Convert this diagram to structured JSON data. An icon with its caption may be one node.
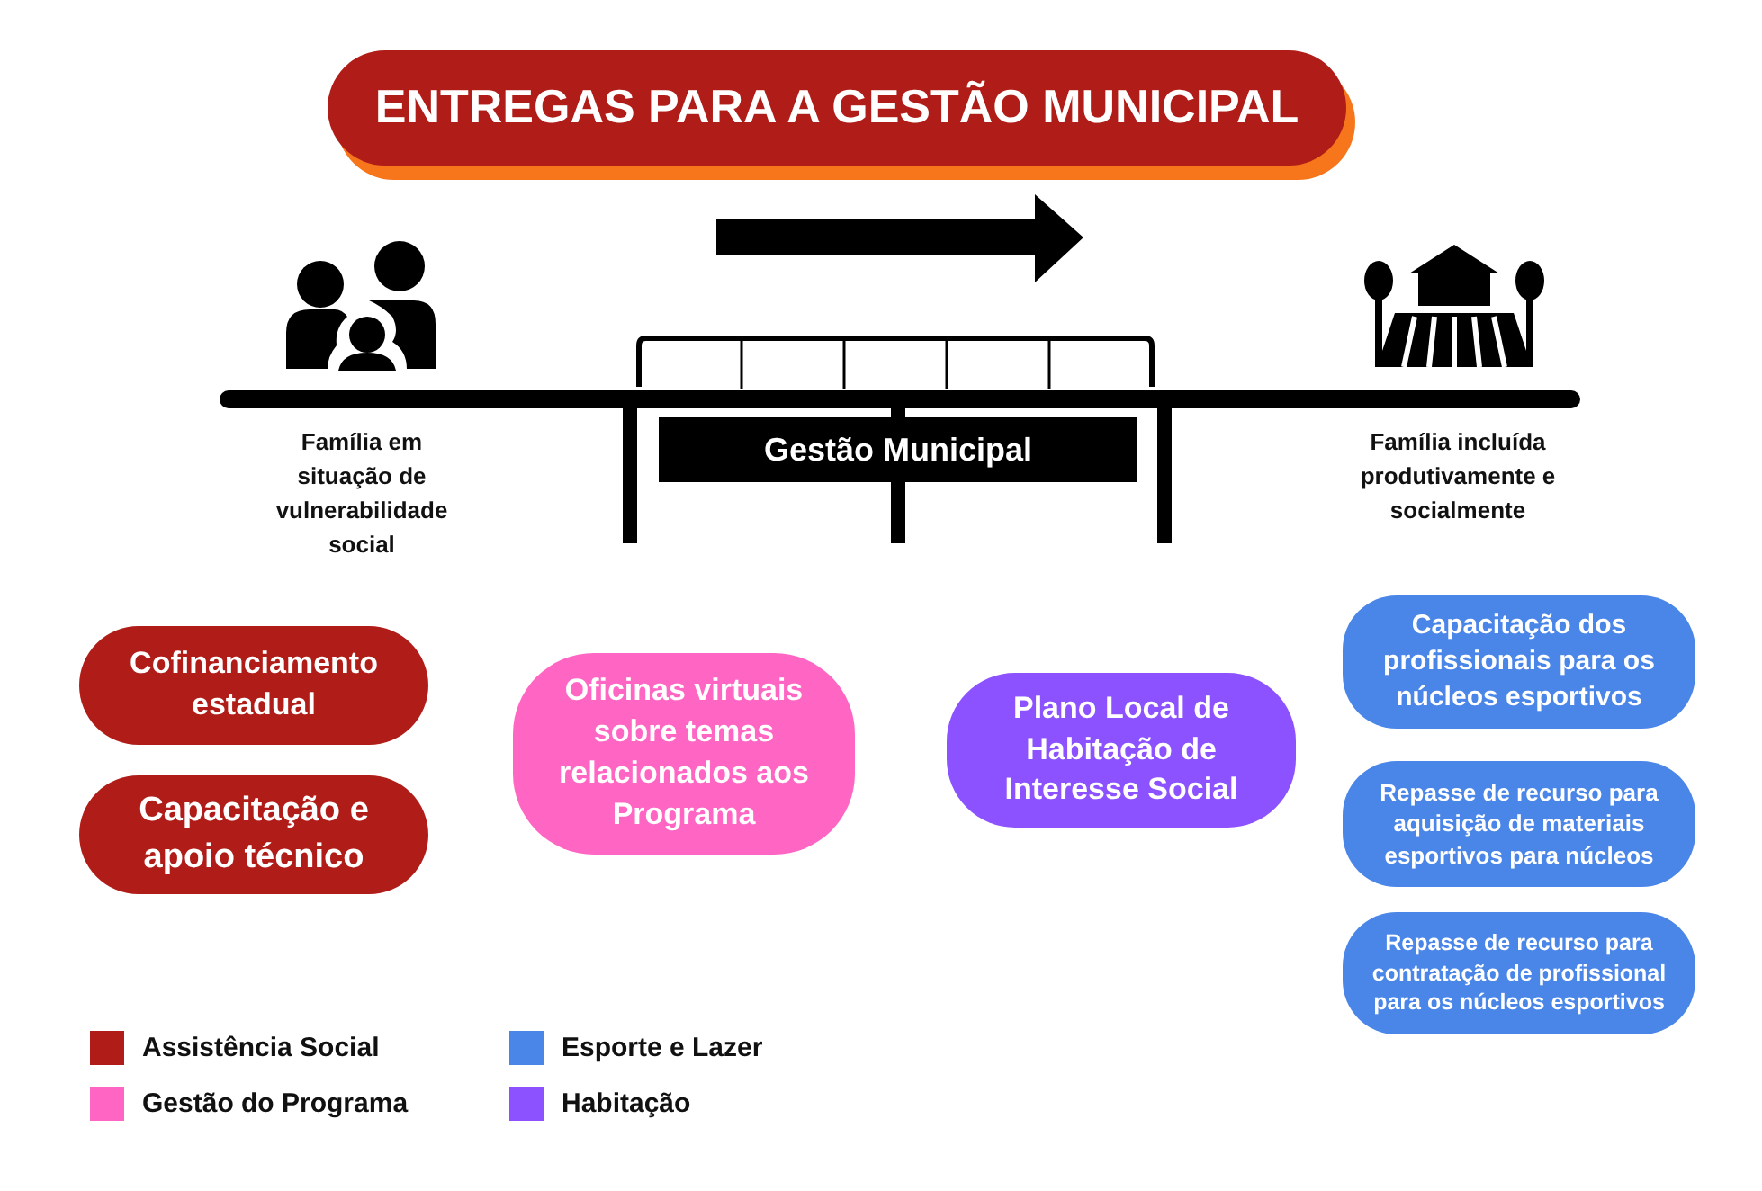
{
  "diagram": {
    "title": "ENTREGAS PARA A GESTÃO MUNICIPAL",
    "nodes": [
      {
        "text": [
          "Gestão Municipal"
        ]
      },
      {
        "text": [
          "Cofinanciamento estadual"
        ]
      },
      {
        "text": [
          "Capacitação e apoio técnico"
        ]
      },
      {
        "text": [
          "Oficinas virtuais sobre temas relacionados aos Programa"
        ]
      },
      {
        "text": [
          "Plano Local de Habitação de Interesse Social"
        ]
      },
      {
        "text": [
          "Capacitação dos profissionais para os núcleos esportivos"
        ]
      },
      {
        "text": [
          "Repasse de recurso para aquisição de materiais esportivos para núcleos"
        ]
      },
      {
        "text": [
          "Repasse de recurso para contratação de profissional para os núcleos esportivos"
        ]
      }
    ],
    "edges": [],
    "labels": [
      "Família em situação de vulnerabilidade social",
      "Família incluída produtivamente e socialmente"
    ],
    "legend": [
      {
        "text": "Assistência Social",
        "color": "#b01c17"
      },
      {
        "text": "Gestão do Programa",
        "color": "#ff66c4"
      },
      {
        "text": "Esporte e Lazer",
        "color": "#4a86e8"
      },
      {
        "text": "Habitação",
        "color": "#8c52ff"
      }
    ]
  }
}
